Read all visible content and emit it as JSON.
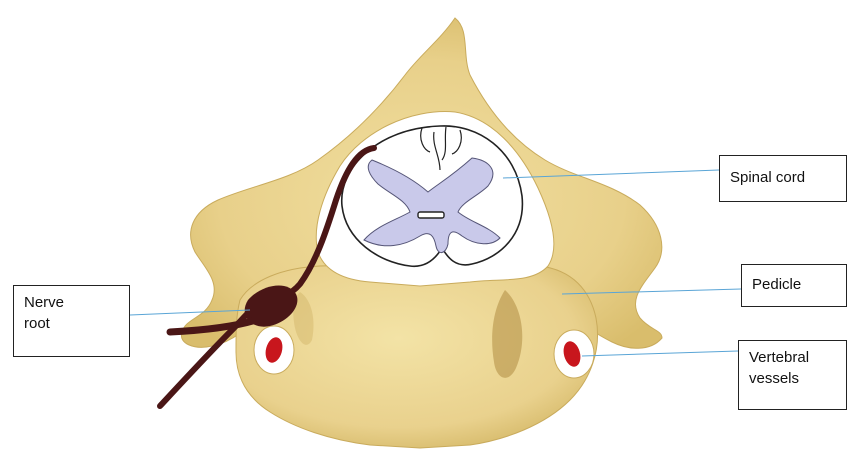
{
  "labels": {
    "spinal_cord": "Spinal cord",
    "pedicle": "Pedicle",
    "vertebral_vessels": [
      "Vertebral",
      "vessels"
    ],
    "nerve_root": [
      "Nerve",
      "root"
    ]
  },
  "colors": {
    "bone": "#ecd895",
    "bone_shadow": "#d9bf6e",
    "bone_dark": "#a88a3e",
    "canal": "#ffffff",
    "grey_matter": "#c9c9ea",
    "nerve": "#4a1616",
    "vessel": "#c8161d",
    "leader_line": "#5aa5d6"
  }
}
